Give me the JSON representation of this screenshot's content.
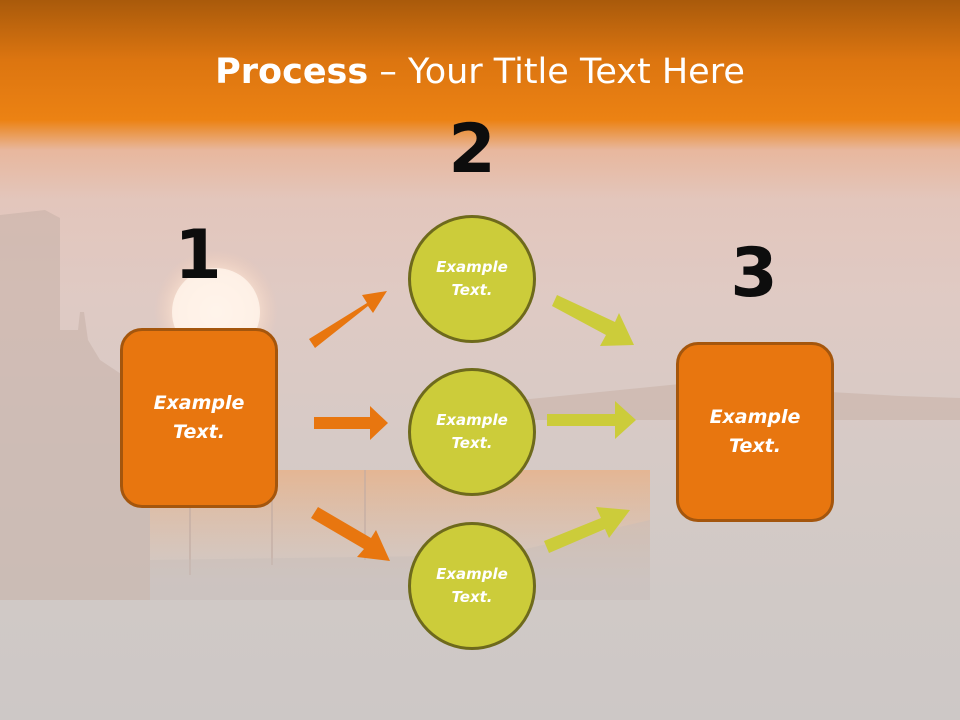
{
  "title": {
    "bold": "Process",
    "rest": " – Your Title Text Here"
  },
  "numbers": {
    "n1": "1",
    "n2": "2",
    "n3": "3"
  },
  "step1": {
    "line1": "Example",
    "line2": "Text."
  },
  "circles": [
    {
      "line1": "Example",
      "line2": "Text."
    },
    {
      "line1": "Example",
      "line2": "Text."
    },
    {
      "line1": "Example",
      "line2": "Text."
    }
  ],
  "step3": {
    "line1": "Example",
    "line2": "Text."
  },
  "colors": {
    "orange": "#e8760f",
    "olive": "#cccc3a",
    "orange_arrow": "#e8760f",
    "olive_arrow": "#cccc3a"
  }
}
